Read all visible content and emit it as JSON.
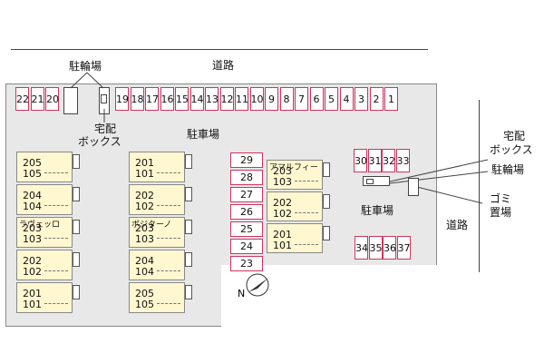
{
  "labels": {
    "road_top": "道路",
    "road_right": "道路",
    "bike_top": "駐輪場",
    "delivery_left_1": "宅配",
    "delivery_left_2": "ボックス",
    "parking_center": "駐車場",
    "parking_right": "駐車場",
    "delivery_right_1": "宅配",
    "delivery_right_2": "ボックス",
    "bike_right": "駐輪場",
    "garbage_1": "ゴミ",
    "garbage_2": "置場"
  },
  "parking_top_left": [
    "22",
    "21",
    "20"
  ],
  "parking_top_right": [
    "19",
    "18",
    "17",
    "16",
    "15",
    "14",
    "13",
    "12",
    "11",
    "10",
    "9",
    "8",
    "7",
    "6",
    "5",
    "4",
    "3",
    "2",
    "1"
  ],
  "parking_middle_column": [
    "29",
    "28",
    "27",
    "26",
    "25",
    "24",
    "23"
  ],
  "parking_right_top": [
    "30",
    "31",
    "32",
    "33"
  ],
  "parking_right_bottom": [
    "34",
    "35",
    "36",
    "37"
  ],
  "buildings": {
    "left": {
      "name": "ラヴェッロ",
      "rooms": [
        [
          "205",
          "105"
        ],
        [
          "204",
          "104"
        ],
        [
          "203",
          "103"
        ],
        [
          "202",
          "102"
        ],
        [
          "201",
          "101"
        ]
      ]
    },
    "middle": {
      "name": "ボジターノ",
      "rooms": [
        [
          "201",
          "101"
        ],
        [
          "202",
          "102"
        ],
        [
          "203",
          "103"
        ],
        [
          "204",
          "104"
        ],
        [
          "205",
          "105"
        ]
      ]
    },
    "right": {
      "name": "アマルフィー",
      "rooms": [
        [
          "203",
          "103"
        ],
        [
          "202",
          "102"
        ],
        [
          "201",
          "101"
        ]
      ]
    }
  },
  "compass": {
    "north_label": "N"
  }
}
